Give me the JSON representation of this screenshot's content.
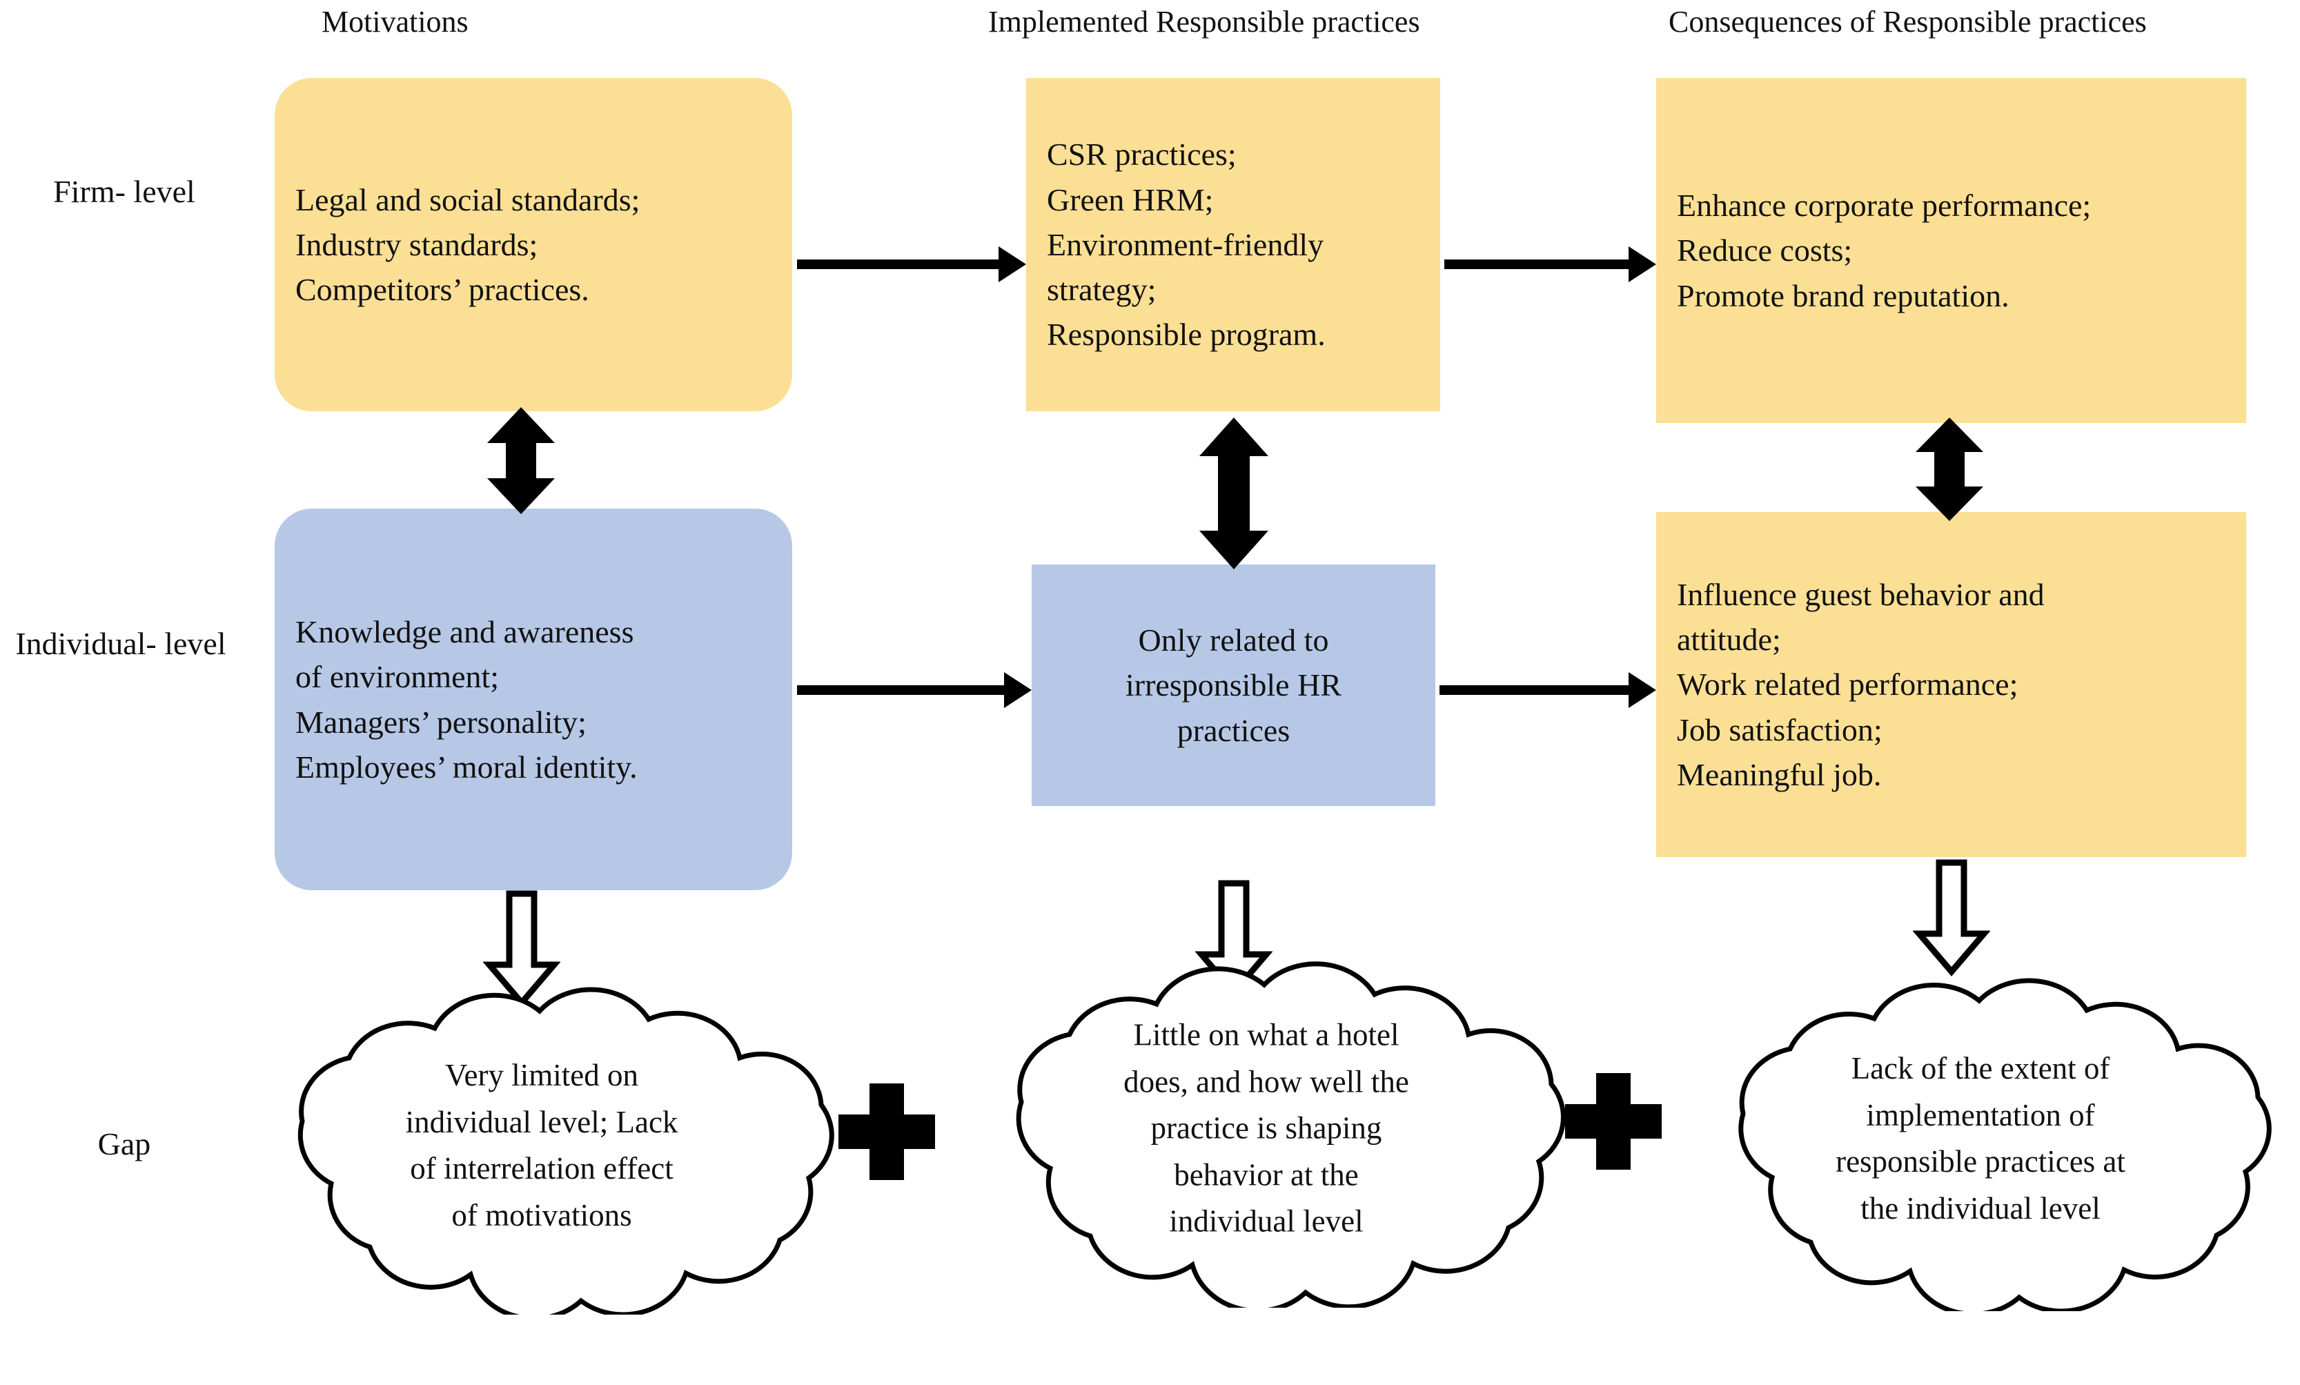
{
  "columns": [
    {
      "id": "motivations",
      "label": "Motivations"
    },
    {
      "id": "implemented",
      "label": "Implemented Responsible practices"
    },
    {
      "id": "consequences",
      "label": "Consequences of Responsible practices"
    }
  ],
  "rows": [
    {
      "id": "firm-level",
      "label": "Firm-\nlevel"
    },
    {
      "id": "individual-level",
      "label": "Individual-\nlevel"
    },
    {
      "id": "gap",
      "label": "Gap"
    }
  ],
  "boxes": {
    "firm_motivations": {
      "text": "Legal and social standards;\nIndustry standards;\nCompetitors’ practices.",
      "color": "#fbdf95",
      "shape": "rounded-rectangle"
    },
    "firm_implemented": {
      "text": "CSR practices;\nGreen HRM;\nEnvironment-friendly\nstrategy;\nResponsible program.",
      "color": "#fbdf95",
      "shape": "rectangle"
    },
    "firm_consequences": {
      "text": "Enhance corporate performance;\nReduce costs;\nPromote brand reputation.",
      "color": "#fbdf95",
      "shape": "rectangle"
    },
    "individual_motivations": {
      "text": "Knowledge and awareness\nof environment;\nManagers’ personality;\nEmployees’ moral identity.",
      "color": "#b6c8e5",
      "shape": "rounded-rectangle"
    },
    "individual_implemented": {
      "text": "Only related to\nirresponsible HR\npractices",
      "color": "#b6c8e5",
      "shape": "rectangle"
    },
    "individual_consequences": {
      "text": "Influence guest behavior and\nattitude;\nWork related performance;\nJob satisfaction;\nMeaningful job.",
      "color": "#fbdf95",
      "shape": "rectangle"
    }
  },
  "clouds": {
    "gap_motivations": {
      "text": "Very limited on\nindividual level; Lack\nof interrelation effect\nof motivations"
    },
    "gap_implemented": {
      "text": "Little on what a hotel\ndoes, and how well the\npractice is shaping\nbehavior at the\nindividual level"
    },
    "gap_consequences": {
      "text": "Lack of the extent of\nimplementation of\nresponsible practices at\nthe individual level"
    }
  },
  "connectors": {
    "plus_symbol": "+",
    "horizontal_arrow_count": 4,
    "vertical_double_arrow_count": 3,
    "hollow_down_arrow_count": 3
  },
  "palette": {
    "yellow": "#fbdf95",
    "blue": "#b6c8e5",
    "stroke": "#000000",
    "background": "#ffffff",
    "text": "#111111"
  }
}
